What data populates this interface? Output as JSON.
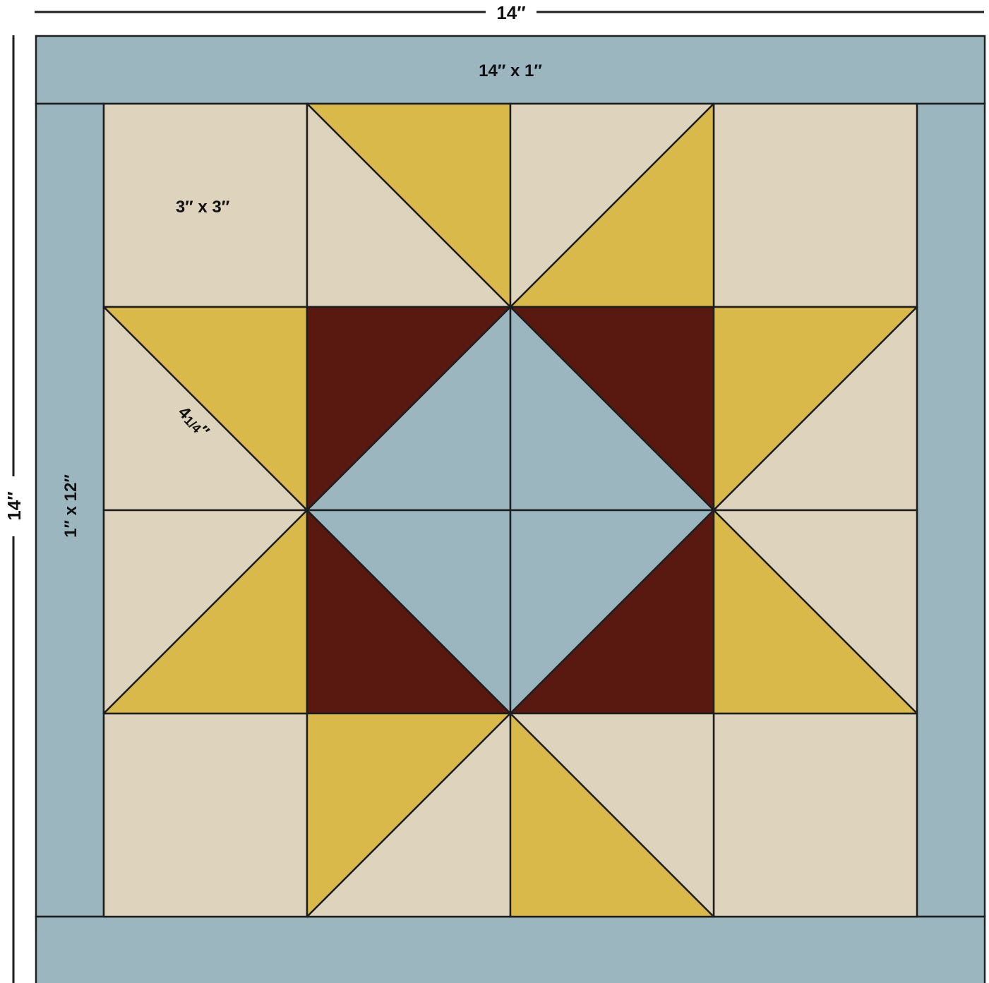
{
  "dimensions": {
    "top_width": "14″",
    "left_height": "14″"
  },
  "labels": {
    "top_border": "14″ x 1″",
    "side_border": "1″ x 12″",
    "corner_square": "3″ x 3″",
    "diagonal_whole": "4",
    "diagonal_fraction": "1/4",
    "diagonal_inch": "″"
  },
  "colors": {
    "border": "#9cb6c0",
    "background": "#ded3bc",
    "star_point": "#d8b94a",
    "center_triangle": "#5a1910",
    "center_square": "#9cb6c0",
    "outline": "#1e1e1e"
  }
}
